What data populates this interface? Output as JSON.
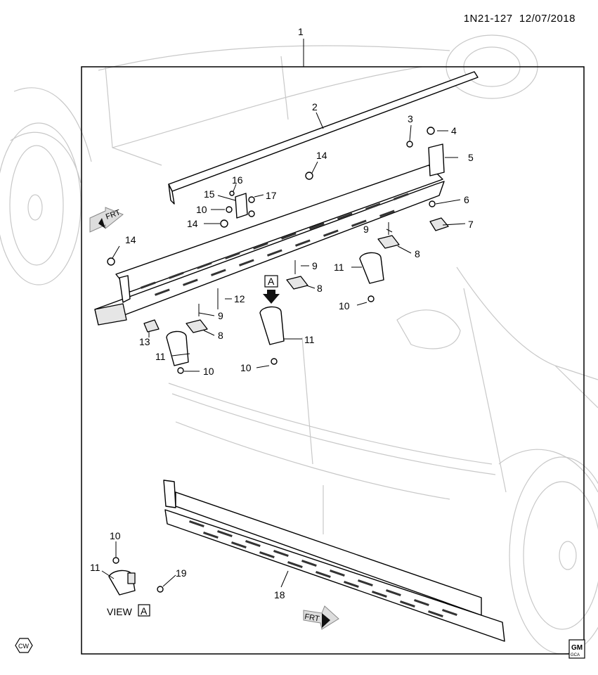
{
  "header": {
    "code": "1N21-127",
    "date": "12/07/2018"
  },
  "callouts": {
    "c1": "1",
    "c2": "2",
    "c3": "3",
    "c4": "4",
    "c5": "5",
    "c6": "6",
    "c7": "7",
    "c8a": "8",
    "c8b": "8",
    "c8c": "8",
    "c9a": "9",
    "c9b": "9",
    "c9c": "9",
    "c10a": "10",
    "c10b": "10",
    "c10c": "10",
    "c10d": "10",
    "c10e": "10",
    "c11a": "11",
    "c11b": "11",
    "c11c": "11",
    "c11d": "11",
    "c12": "12",
    "c13": "13",
    "c14a": "14",
    "c14b": "14",
    "c14c": "14",
    "c15": "15",
    "c16": "16",
    "c17": "17",
    "c18": "18",
    "c19": "19"
  },
  "labels": {
    "view_text": "VIEW",
    "view_letter": "A",
    "arrow_a": "A",
    "frt_top": "FRT",
    "frt_bottom": "FRT",
    "cw": "CW",
    "gm_line1": "GM",
    "gm_line2": "GCA"
  }
}
